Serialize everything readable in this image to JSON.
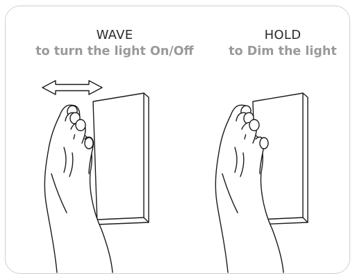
{
  "panels": [
    {
      "action": "WAVE",
      "description": "to  turn the light On/Off",
      "icon": "hand-waving-at-switch"
    },
    {
      "action": "HOLD",
      "description": "to Dim the light",
      "icon": "hand-holding-near-switch"
    }
  ],
  "colors": {
    "frame_border": "#cfcfcf",
    "action_text": "#2a2a2a",
    "description_text": "#9a9a9a",
    "line_art": "#1a1a1a"
  }
}
